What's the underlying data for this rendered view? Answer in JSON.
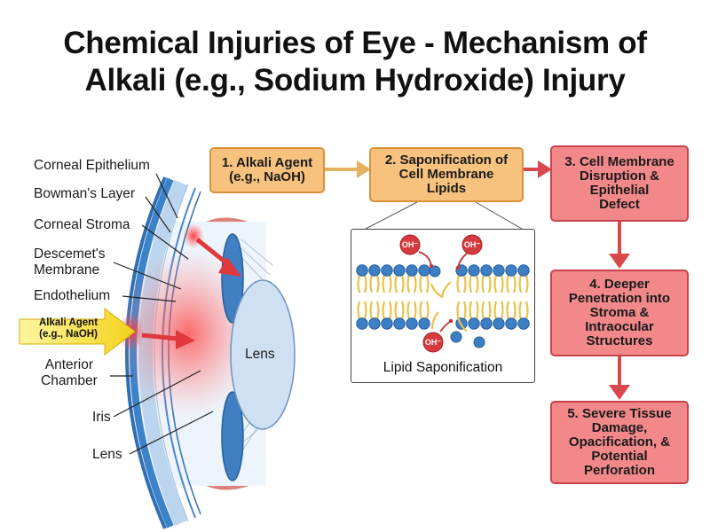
{
  "title": {
    "line1": "Chemical Injuries of Eye - Mechanism of",
    "line2": "Alkali (e.g., Sodium Hydroxide) Injury"
  },
  "anatomy_labels": {
    "corneal_epithelium": "Corneal Epithelium",
    "bowmans_layer": "Bowman's Layer",
    "corneal_stroma": "Corneal Stroma",
    "descemets_line1": "Descemet's",
    "descemets_line2": "Membrane",
    "endothelium": "Endothelium",
    "anterior_chamber_line1": "Anterior",
    "anterior_chamber_line2": "Chamber",
    "iris": "Iris",
    "lens": "Lens",
    "lens_inner": "Lens"
  },
  "agent": {
    "line1": "Alkali Agent",
    "line2": "(e.g., NaOH)"
  },
  "steps": [
    {
      "line1": "1. Alkali Agent",
      "line2": "(e.g., NaOH)"
    },
    {
      "line1": "2. Saponification of",
      "line2": "Cell Membrane",
      "line3": "Lipids"
    },
    {
      "line1": "3. Cell Membrane",
      "line2": "Disruption &",
      "line3": "Epithelial",
      "line4": "Defect"
    },
    {
      "line1": "4. Deeper",
      "line2": "Penetration into",
      "line3": "Stroma &",
      "line4": "Intraocular",
      "line5": "Structures"
    },
    {
      "line1": "5. Severe Tissue",
      "line2": "Damage,",
      "line3": "Opacification, &",
      "line4": "Potential",
      "line5": "Perforation"
    }
  ],
  "inset": {
    "caption": "Lipid Saponification",
    "ion": "OH⁻"
  },
  "colors": {
    "orange_fill": "#f6c27e",
    "red_fill": "#f2888a",
    "arrow_red": "#e0383c",
    "lipid_blue": "#3d7fc4",
    "tail_yellow": "#e8c24a"
  }
}
